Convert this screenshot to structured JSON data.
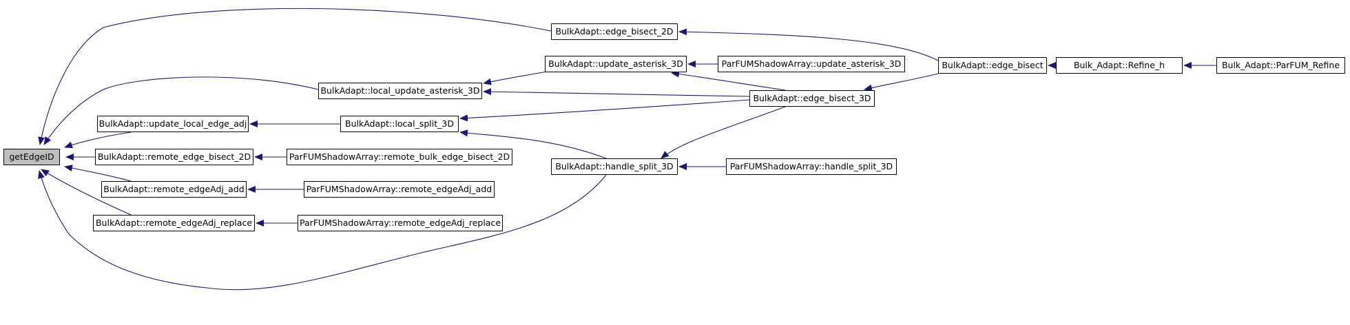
{
  "graph": {
    "root": {
      "id": "getEdgeID",
      "label": "getEdgeID"
    },
    "nodes": [
      {
        "id": "edge_bisect_2D",
        "label": "BulkAdapt::edge_bisect_2D"
      },
      {
        "id": "update_asterisk_3D",
        "label": "BulkAdapt::update_asterisk_3D"
      },
      {
        "id": "shadow_update_asterisk_3D",
        "label": "ParFUMShadowArray::update_asterisk_3D"
      },
      {
        "id": "edge_bisect",
        "label": "BulkAdapt::edge_bisect"
      },
      {
        "id": "refine_h",
        "label": "Bulk_Adapt::Refine_h"
      },
      {
        "id": "parfum_refine",
        "label": "Bulk_Adapt::ParFUM_Refine"
      },
      {
        "id": "local_update_asterisk_3D",
        "label": "BulkAdapt::local_update_asterisk_3D"
      },
      {
        "id": "edge_bisect_3D",
        "label": "BulkAdapt::edge_bisect_3D"
      },
      {
        "id": "update_local_edge_adj",
        "label": "BulkAdapt::update_local_edge_adj"
      },
      {
        "id": "local_split_3D",
        "label": "BulkAdapt::local_split_3D"
      },
      {
        "id": "remote_edge_bisect_2D",
        "label": "BulkAdapt::remote_edge_bisect_2D"
      },
      {
        "id": "shadow_remote_bulk_edge_bisect_2D",
        "label": "ParFUMShadowArray::remote_bulk_edge_bisect_2D"
      },
      {
        "id": "handle_split_3D",
        "label": "BulkAdapt::handle_split_3D"
      },
      {
        "id": "shadow_handle_split_3D",
        "label": "ParFUMShadowArray::handle_split_3D"
      },
      {
        "id": "remote_edgeAdj_add",
        "label": "BulkAdapt::remote_edgeAdj_add"
      },
      {
        "id": "shadow_remote_edgeAdj_add",
        "label": "ParFUMShadowArray::remote_edgeAdj_add"
      },
      {
        "id": "remote_edgeAdj_replace",
        "label": "BulkAdapt::remote_edgeAdj_replace"
      },
      {
        "id": "shadow_remote_edgeAdj_replace",
        "label": "ParFUMShadowArray::remote_edgeAdj_replace"
      }
    ],
    "edges": [
      {
        "from": "edge_bisect_2D",
        "to": "getEdgeID"
      },
      {
        "from": "local_update_asterisk_3D",
        "to": "getEdgeID"
      },
      {
        "from": "update_local_edge_adj",
        "to": "getEdgeID"
      },
      {
        "from": "remote_edge_bisect_2D",
        "to": "getEdgeID"
      },
      {
        "from": "remote_edgeAdj_add",
        "to": "getEdgeID"
      },
      {
        "from": "remote_edgeAdj_replace",
        "to": "getEdgeID"
      },
      {
        "from": "handle_split_3D",
        "to": "getEdgeID"
      },
      {
        "from": "edge_bisect",
        "to": "edge_bisect_2D"
      },
      {
        "from": "refine_h",
        "to": "edge_bisect"
      },
      {
        "from": "parfum_refine",
        "to": "refine_h"
      },
      {
        "from": "shadow_update_asterisk_3D",
        "to": "update_asterisk_3D"
      },
      {
        "from": "edge_bisect_3D",
        "to": "update_asterisk_3D"
      },
      {
        "from": "update_asterisk_3D",
        "to": "local_update_asterisk_3D"
      },
      {
        "from": "edge_bisect_3D",
        "to": "local_update_asterisk_3D"
      },
      {
        "from": "edge_bisect",
        "to": "edge_bisect_3D"
      },
      {
        "from": "local_split_3D",
        "to": "update_local_edge_adj"
      },
      {
        "from": "edge_bisect_3D",
        "to": "local_split_3D"
      },
      {
        "from": "handle_split_3D",
        "to": "local_split_3D"
      },
      {
        "from": "shadow_remote_bulk_edge_bisect_2D",
        "to": "remote_edge_bisect_2D"
      },
      {
        "from": "edge_bisect_3D",
        "to": "handle_split_3D"
      },
      {
        "from": "shadow_handle_split_3D",
        "to": "handle_split_3D"
      },
      {
        "from": "shadow_remote_edgeAdj_add",
        "to": "remote_edgeAdj_add"
      },
      {
        "from": "shadow_remote_edgeAdj_replace",
        "to": "remote_edgeAdj_replace"
      }
    ]
  },
  "colors": {
    "edge": "#191970",
    "node_border": "#000000",
    "node_fill": "#ffffff",
    "root_fill": "#bfbfbf"
  }
}
